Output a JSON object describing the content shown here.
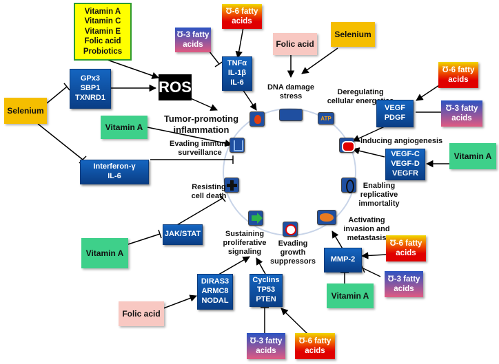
{
  "ros": "ROS",
  "hallmarks": [
    "DNA damage stress",
    "Deregulating cellular energetics",
    "Inducing angiogenesis",
    "Enabling replicative immortality",
    "Activating invasion and metastasis",
    "Evading growth suppressors",
    "Sustaining proliferative signaling",
    "Resisting cell death",
    "Evading immune surveillance",
    "Tumor-promoting inflammation"
  ],
  "atp_label": "ATP",
  "blue_boxes": {
    "gpx3": [
      "GPx3",
      "SBP1",
      "TXNRD1"
    ],
    "tnf": [
      "TNFα",
      "IL-1β",
      "IL-6"
    ],
    "interferon": [
      "Interferon-γ",
      "IL-6"
    ],
    "vegf": [
      "VEGF",
      "PDGF"
    ],
    "vegfc": [
      "VEGF-C",
      "VEGF-D",
      "VEGFR"
    ],
    "jak": [
      "JAK/STAT"
    ],
    "diras": [
      "DIRAS3",
      "ARMC8",
      "NODAL"
    ],
    "cyclins": [
      "Cyclins",
      "TP53",
      "PTEN"
    ],
    "mmp": [
      "MMP-2"
    ]
  },
  "vitamin_box": [
    "Vitamin A",
    "Vitamin C",
    "Vitamin E",
    "Folic acid",
    "Probiotics"
  ],
  "nutrients": {
    "selenium": "Selenium",
    "vitamin_a": "Vitamin A",
    "folic_acid": "Folic acid",
    "omega3": [
      "Ʊ-3 fatty",
      "acids"
    ],
    "omega6": [
      "Ʊ-6 fatty",
      "acids"
    ]
  },
  "colors": {
    "blue_box": "#0d4fa8",
    "selenium": "#f5be00",
    "vitamin_a": "#3ed08a",
    "folic_acid": "#f8c8c2",
    "omega6": "#e00000",
    "omega3": "#2b53c2",
    "ring": "#c8d4e8"
  }
}
